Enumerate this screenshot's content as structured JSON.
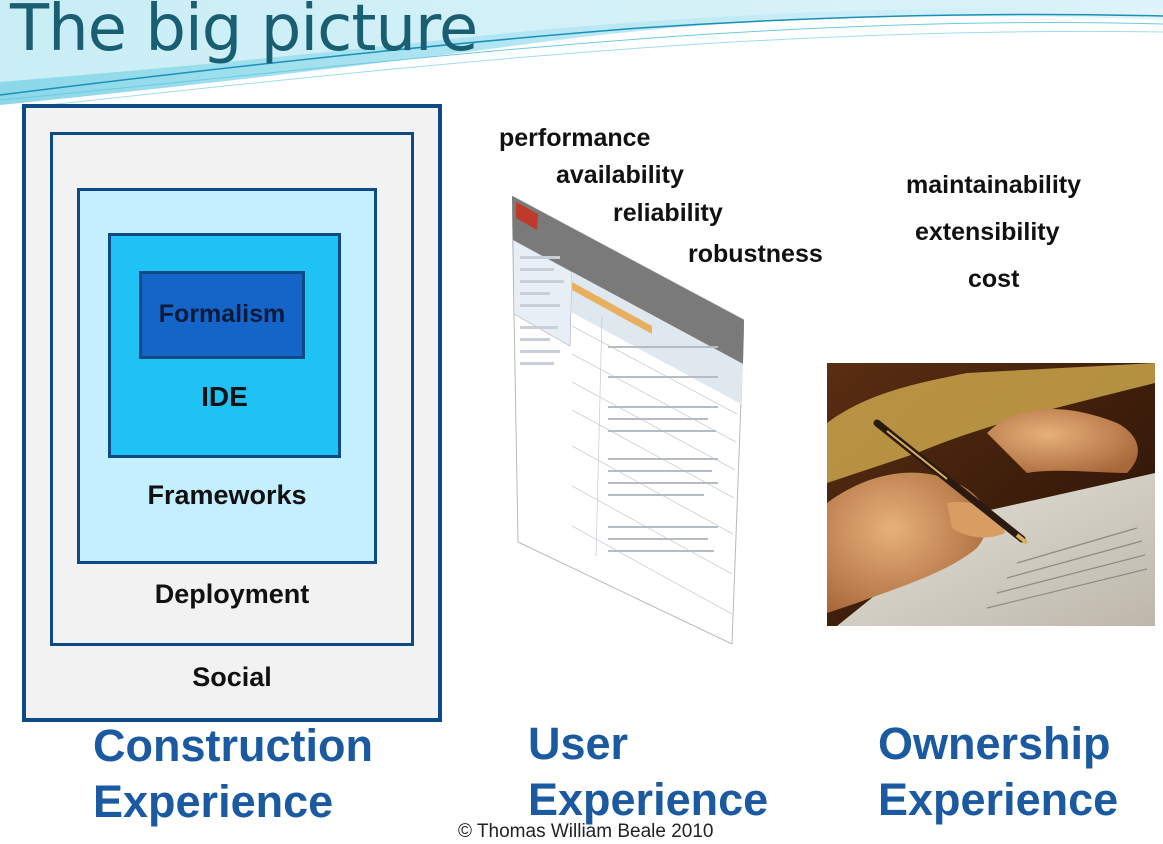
{
  "title": "The big picture",
  "construction": {
    "layers": [
      "Formalism",
      "IDE",
      "Frameworks",
      "Deployment",
      "Social"
    ],
    "label_line1": "Construction",
    "label_line2": "Experience"
  },
  "user": {
    "qualities": [
      "performance",
      "availability",
      "reliability",
      "robustness"
    ],
    "label_line1": "User",
    "label_line2": "Experience"
  },
  "ownership": {
    "qualities": [
      "maintainability",
      "extensibility",
      "cost"
    ],
    "label_line1": "Ownership",
    "label_line2": "Experience"
  },
  "copyright": "© Thomas William Beale 2010",
  "colors": {
    "title": "#1a5e72",
    "box_border": "#0d4a86",
    "formalism": "#1565c8",
    "ide": "#1fc2f5",
    "frameworks": "#c4efff",
    "outer": "#f2f2f2",
    "experience_label": "#1b5aa0"
  },
  "icons": {
    "screenshot": "application-screenshot-image",
    "photo": "contract-signing-photo"
  }
}
